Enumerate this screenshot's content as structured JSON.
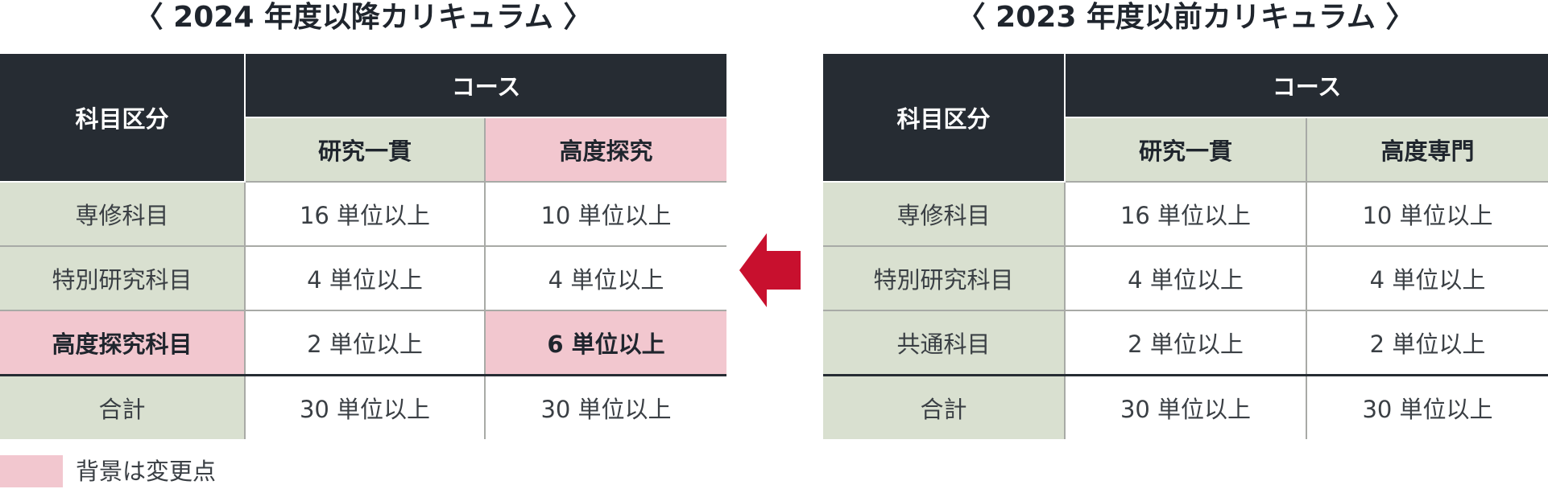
{
  "left": {
    "title": "〈 2024 年度以降カリキュラム 〉",
    "header": {
      "category": "科目区分",
      "course": "コース",
      "col1": "研究一貫",
      "col2": "高度探究"
    },
    "rows": [
      {
        "label": "専修科目",
        "v1": "16 単位以上",
        "v2": "10 単位以上"
      },
      {
        "label": "特別研究科目",
        "v1": "4 単位以上",
        "v2": "4 単位以上"
      },
      {
        "label": "高度探究科目",
        "v1": "2 単位以上",
        "v2": "6 単位以上"
      },
      {
        "label": "合計",
        "v1": "30 単位以上",
        "v2": "30 単位以上"
      }
    ]
  },
  "right": {
    "title": "〈 2023 年度以前カリキュラム 〉",
    "header": {
      "category": "科目区分",
      "course": "コース",
      "col1": "研究一貫",
      "col2": "高度専門"
    },
    "rows": [
      {
        "label": "専修科目",
        "v1": "16 単位以上",
        "v2": "10 単位以上"
      },
      {
        "label": "特別研究科目",
        "v1": "4 単位以上",
        "v2": "4 単位以上"
      },
      {
        "label": "共通科目",
        "v1": "2 単位以上",
        "v2": "2 単位以上"
      },
      {
        "label": "合計",
        "v1": "30 単位以上",
        "v2": "30 単位以上"
      }
    ]
  },
  "legend": {
    "text": "背景は変更点"
  },
  "colors": {
    "highlight": "#f2c7cf",
    "label_bg": "#d9e0d0",
    "header_bg": "#262c33",
    "arrow": "#c8102e"
  },
  "icons": {
    "arrow": "left-arrow-icon"
  }
}
